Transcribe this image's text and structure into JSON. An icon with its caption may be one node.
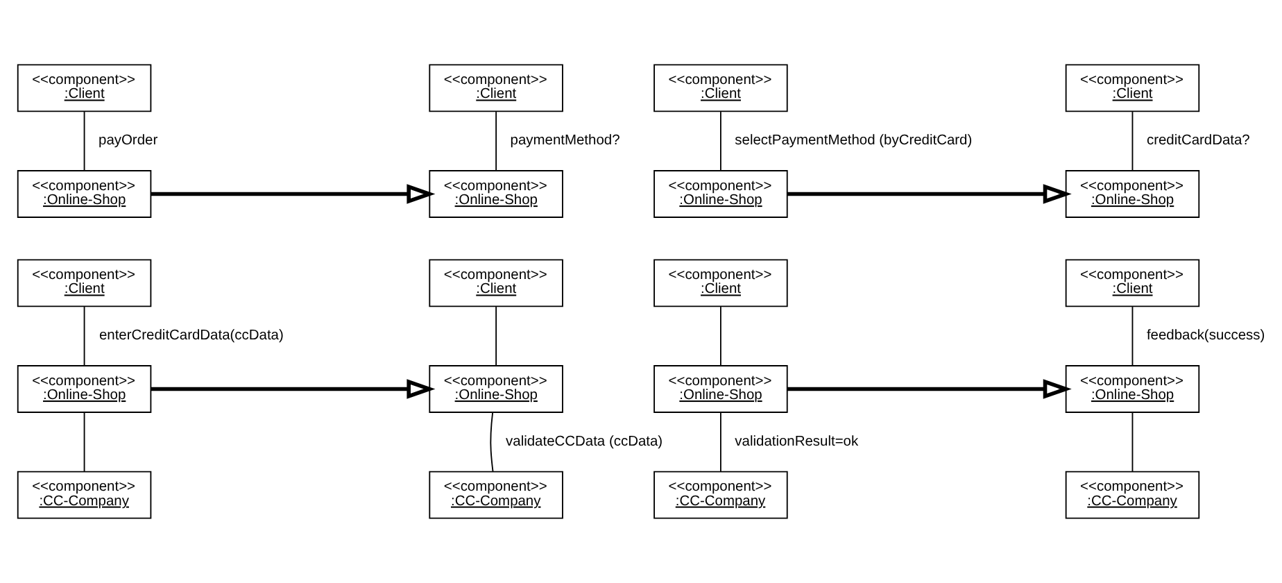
{
  "diagram": {
    "nodes": [
      {
        "text": [
          "<<component>>",
          ":Client"
        ]
      },
      {
        "text": [
          "<<component>>",
          ":Online-Shop"
        ]
      },
      {
        "text": [
          "<<component>>",
          ":Client"
        ]
      },
      {
        "text": [
          "<<component>>",
          ":Online-Shop"
        ]
      },
      {
        "text": [
          "<<component>>",
          ":Client"
        ]
      },
      {
        "text": [
          "<<component>>",
          ":Online-Shop"
        ]
      },
      {
        "text": [
          "<<component>>",
          ":Client"
        ]
      },
      {
        "text": [
          "<<component>>",
          ":Online-Shop"
        ]
      },
      {
        "text": [
          "<<component>>",
          ":Client"
        ]
      },
      {
        "text": [
          "<<component>>",
          ":Online-Shop"
        ]
      },
      {
        "text": [
          "<<component>>",
          ":CC-Company"
        ]
      },
      {
        "text": [
          "<<component>>",
          ":Client"
        ]
      },
      {
        "text": [
          "<<component>>",
          ":Online-Shop"
        ]
      },
      {
        "text": [
          "<<component>>",
          ":CC-Company"
        ]
      },
      {
        "text": [
          "<<component>>",
          ":Client"
        ]
      },
      {
        "text": [
          "<<component>>",
          ":Online-Shop"
        ]
      },
      {
        "text": [
          "<<component>>",
          ":CC-Company"
        ]
      },
      {
        "text": [
          "<<component>>",
          ":Client"
        ]
      },
      {
        "text": [
          "<<component>>",
          ":Online-Shop"
        ]
      },
      {
        "text": [
          "<<component>>",
          ":CC-Company"
        ]
      }
    ],
    "edges": [
      {
        "from": 0,
        "to": 1,
        "arrow": "none",
        "label": "payOrder"
      },
      {
        "from": 2,
        "to": 3,
        "arrow": "none",
        "label": "paymentMethod?"
      },
      {
        "from": 1,
        "to": 3,
        "arrow": "to",
        "style": "thick"
      },
      {
        "from": 4,
        "to": 5,
        "arrow": "none",
        "label": "selectPaymentMethod (byCreditCard)"
      },
      {
        "from": 6,
        "to": 7,
        "arrow": "none",
        "label": "creditCardData?"
      },
      {
        "from": 5,
        "to": 7,
        "arrow": "to",
        "style": "thick"
      },
      {
        "from": 8,
        "to": 9,
        "arrow": "none",
        "label": "enterCreditCardData(ccData)"
      },
      {
        "from": 9,
        "to": 10,
        "arrow": "none"
      },
      {
        "from": 11,
        "to": 12,
        "arrow": "none"
      },
      {
        "from": 12,
        "to": 13,
        "arrow": "none",
        "label": "validateCCData (ccData)"
      },
      {
        "from": 9,
        "to": 12,
        "arrow": "to",
        "style": "thick"
      },
      {
        "from": 14,
        "to": 15,
        "arrow": "none"
      },
      {
        "from": 15,
        "to": 16,
        "arrow": "none",
        "label": "validationResult=ok"
      },
      {
        "from": 17,
        "to": 18,
        "arrow": "none",
        "label": "feedback(success)"
      },
      {
        "from": 18,
        "to": 19,
        "arrow": "none"
      },
      {
        "from": 15,
        "to": 18,
        "arrow": "to",
        "style": "thick"
      }
    ]
  }
}
